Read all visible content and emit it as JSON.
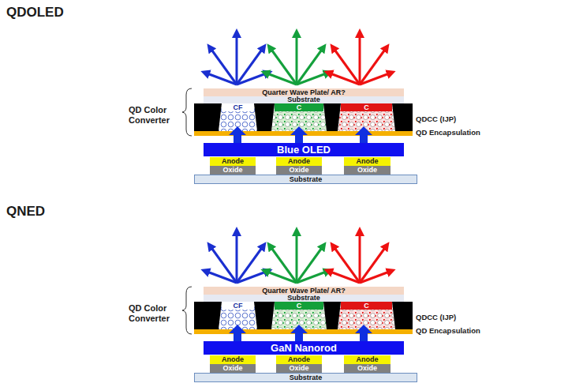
{
  "diagram": {
    "nodes": [
      {
        "text": [
          "Quarter Wave Plate/ AR?"
        ]
      },
      {
        "text": [
          "Substrate"
        ]
      },
      {
        "text": [
          "CF"
        ]
      },
      {
        "text": [
          "C"
        ]
      },
      {
        "text": [
          "C"
        ]
      },
      {
        "text": [
          "Blue OLED"
        ]
      },
      {
        "text": [
          "Anode"
        ]
      },
      {
        "text": [
          "Anode"
        ]
      },
      {
        "text": [
          "Anode"
        ]
      },
      {
        "text": [
          "Oxide"
        ]
      },
      {
        "text": [
          "Oxide"
        ]
      },
      {
        "text": [
          "Oxide"
        ]
      },
      {
        "text": [
          "Substrate"
        ]
      },
      {
        "text": [
          "Quarter Wave Plate/ AR?"
        ]
      },
      {
        "text": [
          "Substrate"
        ]
      },
      {
        "text": [
          "CF"
        ]
      },
      {
        "text": [
          "C"
        ]
      },
      {
        "text": [
          "C"
        ]
      },
      {
        "text": [
          "GaN Nanorod"
        ]
      },
      {
        "text": [
          "Anode"
        ]
      },
      {
        "text": [
          "Anode"
        ]
      },
      {
        "text": [
          "Anode"
        ]
      },
      {
        "text": [
          "Oxide"
        ]
      },
      {
        "text": [
          "Oxide"
        ]
      },
      {
        "text": [
          "Oxide"
        ]
      },
      {
        "text": [
          "Substrate"
        ]
      }
    ],
    "labels": [
      "QDOLED",
      "QD Color Converter",
      "QDCC (IJP)",
      "QD Encapsulation",
      "QNED",
      "QD Color Converter",
      "QDCC (IJP)",
      "QD Encapsulation"
    ]
  }
}
